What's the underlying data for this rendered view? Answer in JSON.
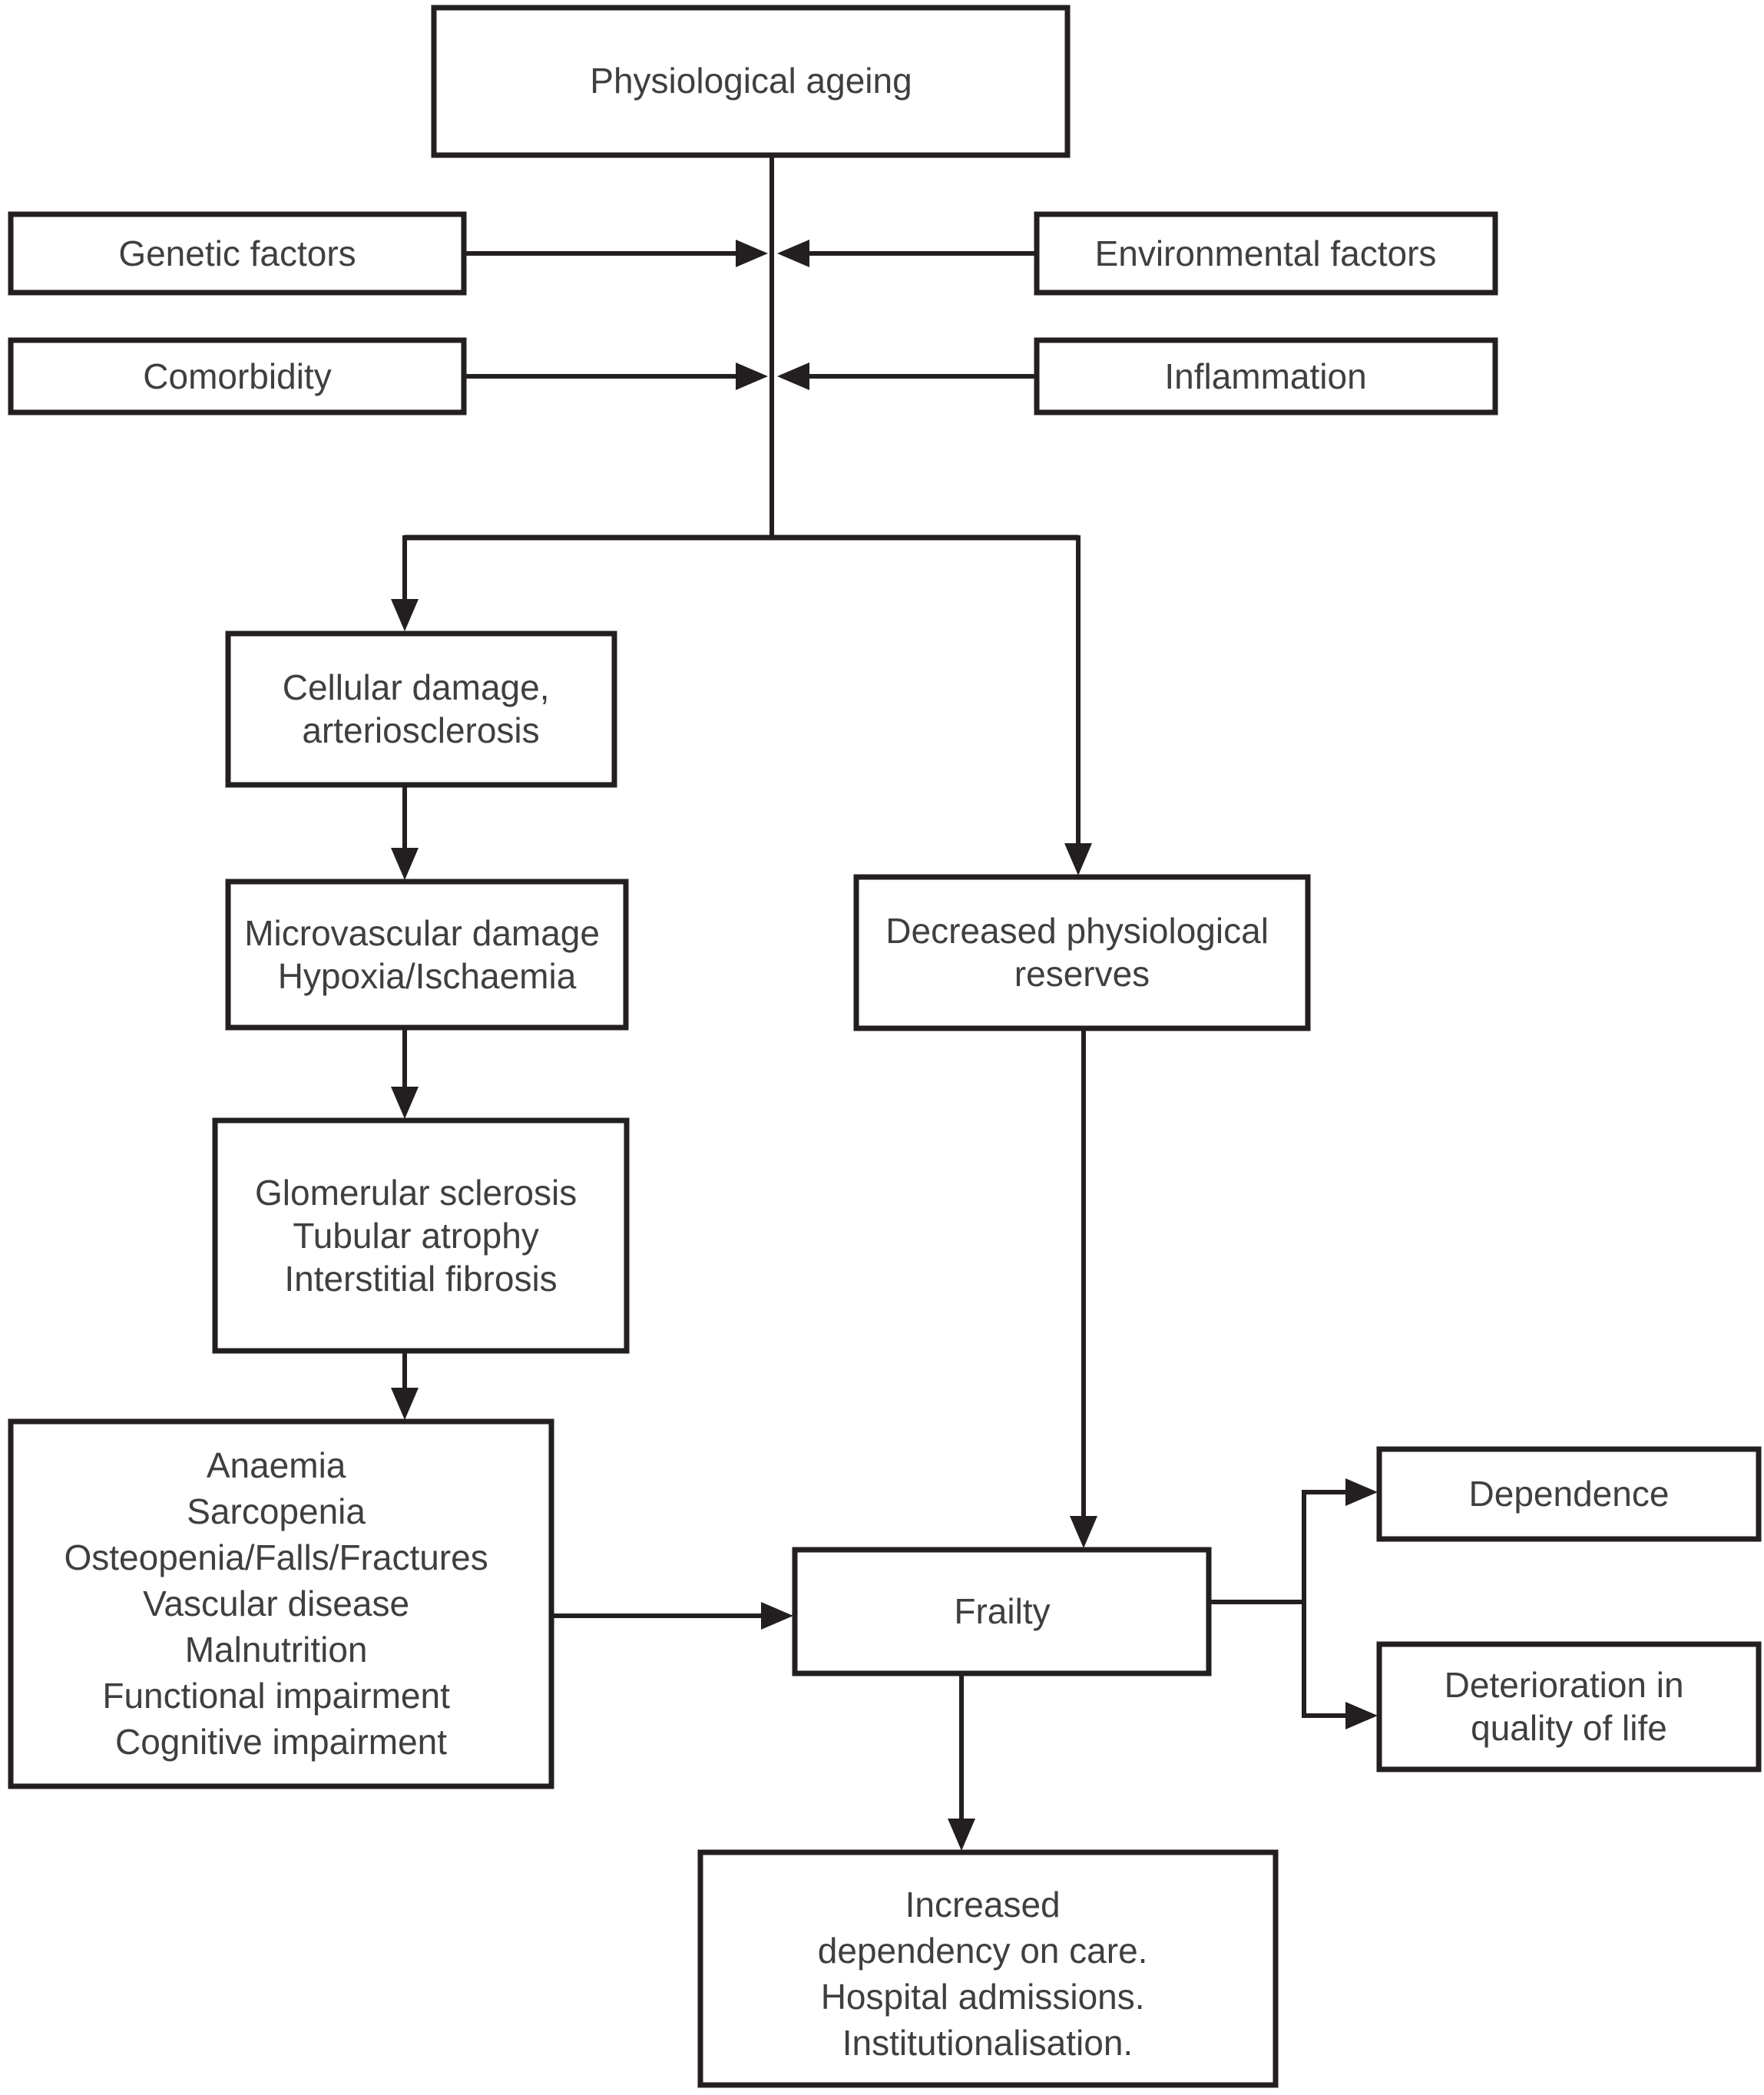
{
  "colors": {
    "background": "#ffffff",
    "line": "#231f20",
    "text": "#3f3f3f",
    "box_fill": "#ffffff"
  },
  "nodes": {
    "physiological_ageing": {
      "label": "Physiological ageing"
    },
    "genetic_factors": {
      "label": "Genetic factors"
    },
    "environmental_factors": {
      "label": "Environmental factors"
    },
    "comorbidity": {
      "label": "Comorbidity"
    },
    "inflammation": {
      "label": "Inflammation"
    },
    "cellular_damage": {
      "lines": [
        "Cellular damage,",
        "arteriosclerosis"
      ]
    },
    "microvascular_damage": {
      "lines": [
        "Microvascular damage",
        "Hypoxia/Ischaemia"
      ]
    },
    "glomerular": {
      "lines": [
        "Glomerular sclerosis",
        "Tubular atrophy",
        "Interstitial fibrosis"
      ]
    },
    "consequences": {
      "lines": [
        "Anaemia",
        "Sarcopenia",
        "Osteopenia/Falls/Fractures",
        "Vascular disease",
        "Malnutrition",
        "Functional impairment",
        "Cognitive impairment"
      ]
    },
    "decreased_reserves": {
      "lines": [
        "Decreased physiological",
        "reserves"
      ]
    },
    "frailty": {
      "label": "Frailty"
    },
    "dependence": {
      "label": "Dependence"
    },
    "deterioration": {
      "lines": [
        "Deterioration in",
        "quality of life"
      ]
    },
    "outcomes": {
      "lines": [
        "Increased",
        "dependency on care.",
        "Hospital admissions.",
        "Institutionalisation."
      ]
    }
  }
}
